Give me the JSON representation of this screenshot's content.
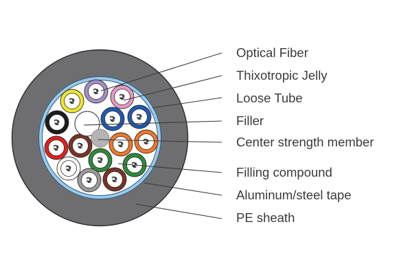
{
  "diagram": {
    "title": "Fiber optic cable cross-section",
    "labels": [
      {
        "text": "Optical Fiber"
      },
      {
        "text": "Thixotropic Jelly"
      },
      {
        "text": "Loose Tube"
      },
      {
        "text": "Filler"
      },
      {
        "text": "Center strength member"
      },
      {
        "text": "Filling compound"
      },
      {
        "text": "Aluminum/steel tape"
      },
      {
        "text": "PE sheath"
      }
    ],
    "colors": {
      "sheath": "#6e6e70",
      "tape": "#9ccbe8",
      "filling": "#ffffff",
      "strength_member": "#b4b4b4",
      "outline": "#2a2a2a",
      "leader_line": "#3a3a3a",
      "text": "#3a3a3a"
    },
    "tubes": [
      {
        "name": "purple",
        "color": "#a58fc7"
      },
      {
        "name": "pink",
        "color": "#e79ac2"
      },
      {
        "name": "yellow",
        "color": "#f0e82a"
      },
      {
        "name": "black",
        "color": "#1c1c1c"
      },
      {
        "name": "blue",
        "color": "#1f5ab0"
      },
      {
        "name": "blue",
        "color": "#1f5ab0"
      },
      {
        "name": "orange",
        "color": "#f0782a"
      },
      {
        "name": "orange",
        "color": "#f0782a"
      },
      {
        "name": "red",
        "color": "#e02020"
      },
      {
        "name": "brown",
        "color": "#7a3324"
      },
      {
        "name": "green",
        "color": "#2f8a3a"
      },
      {
        "name": "green",
        "color": "#2f8a3a"
      },
      {
        "name": "white",
        "color": "#ffffff"
      },
      {
        "name": "gray",
        "color": "#9a9a9a"
      },
      {
        "name": "brown",
        "color": "#7a3324"
      }
    ]
  }
}
